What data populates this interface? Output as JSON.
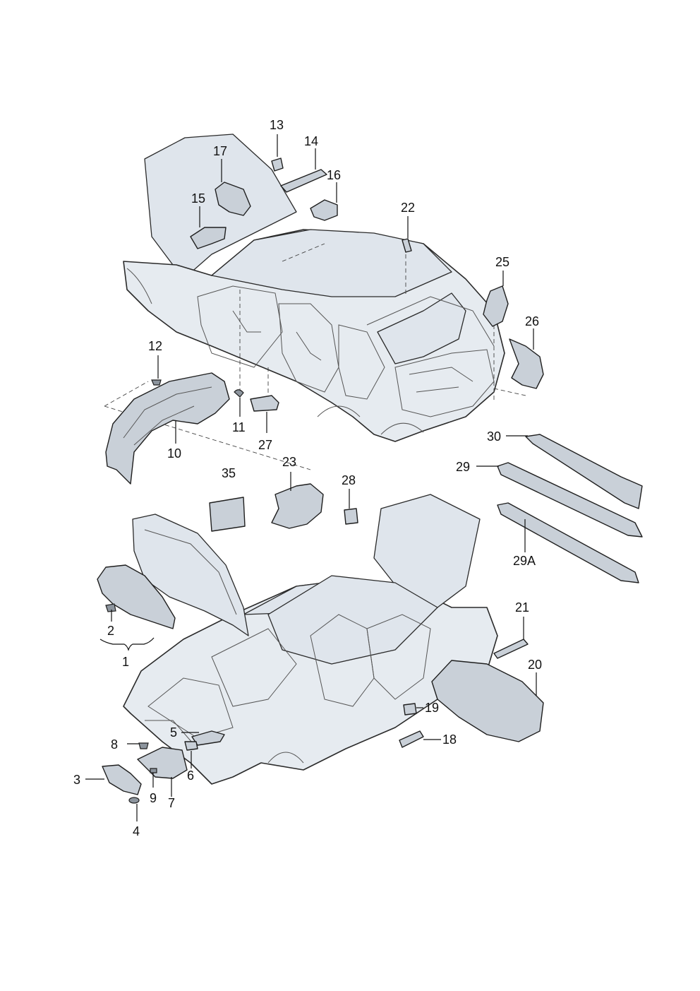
{
  "callouts": [
    {
      "id": "c1",
      "text": "1"
    },
    {
      "id": "c2",
      "text": "2"
    },
    {
      "id": "c3",
      "text": "3"
    },
    {
      "id": "c4",
      "text": "4"
    },
    {
      "id": "c5",
      "text": "5"
    },
    {
      "id": "c6",
      "text": "6"
    },
    {
      "id": "c7",
      "text": "7"
    },
    {
      "id": "c8",
      "text": "8"
    },
    {
      "id": "c9",
      "text": "9"
    },
    {
      "id": "c10",
      "text": "10"
    },
    {
      "id": "c11",
      "text": "11"
    },
    {
      "id": "c12",
      "text": "12"
    },
    {
      "id": "c13",
      "text": "13"
    },
    {
      "id": "c14",
      "text": "14"
    },
    {
      "id": "c15",
      "text": "15"
    },
    {
      "id": "c16",
      "text": "16"
    },
    {
      "id": "c17",
      "text": "17"
    },
    {
      "id": "c18",
      "text": "18"
    },
    {
      "id": "c19",
      "text": "19"
    },
    {
      "id": "c20",
      "text": "20"
    },
    {
      "id": "c21",
      "text": "21"
    },
    {
      "id": "c22",
      "text": "22"
    },
    {
      "id": "c23",
      "text": "23"
    },
    {
      "id": "c25",
      "text": "25"
    },
    {
      "id": "c26",
      "text": "26"
    },
    {
      "id": "c27",
      "text": "27"
    },
    {
      "id": "c28",
      "text": "28"
    },
    {
      "id": "c29",
      "text": "29"
    },
    {
      "id": "c29A",
      "text": "29A"
    },
    {
      "id": "c30",
      "text": "30"
    },
    {
      "id": "c35",
      "text": "35"
    }
  ]
}
